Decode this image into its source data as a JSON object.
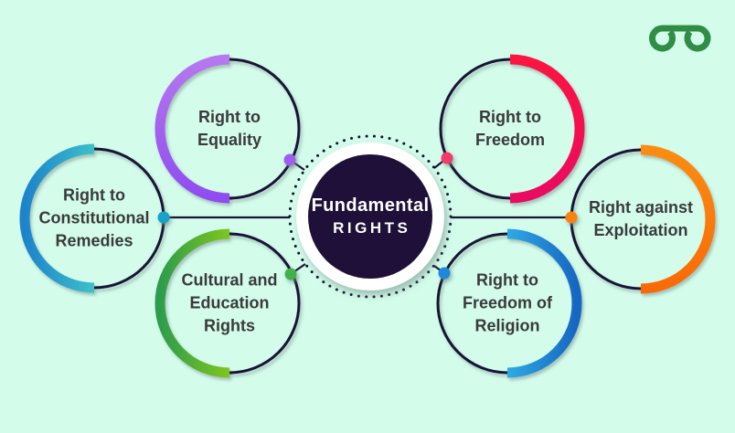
{
  "page": {
    "background": "#d3fceb"
  },
  "brand": {
    "logo": "geeksforgeeks-logo",
    "color": "#2f8d46"
  },
  "center": {
    "line1": "Fundamental",
    "line2": "RIGHTS",
    "fill": "#1e1038",
    "text_color": "#ffffff",
    "ring_color": "#ffffff",
    "dotted_ring_color": "#10102e"
  },
  "nodes": [
    {
      "id": "right-to-equality",
      "lines": [
        "Right to",
        "Equality"
      ],
      "arc_side": "left",
      "accent_from": "#b678ee",
      "accent_to": "#8f4cf0",
      "dot_color": "#9d5ef0"
    },
    {
      "id": "right-to-freedom",
      "lines": [
        "Right to",
        "Freedom"
      ],
      "arc_side": "right",
      "accent_from": "#fb1540",
      "accent_to": "#e90b62",
      "dot_color": "#f23a6b"
    },
    {
      "id": "right-to-constitutional-remedies",
      "lines": [
        "Right to",
        "Constitutional",
        "Remedies"
      ],
      "arc_side": "left",
      "accent_from": "#1d83cb",
      "accent_to": "#3cc0ca",
      "dot_color": "#16a3c6"
    },
    {
      "id": "right-against-exploitation",
      "lines": [
        "Right against",
        "Exploitation"
      ],
      "arc_side": "right",
      "accent_from": "#fb8c12",
      "accent_to": "#f96a07",
      "dot_color": "#f9820f"
    },
    {
      "id": "cultural-and-education-rights",
      "lines": [
        "Cultural and",
        "Education",
        "Rights"
      ],
      "arc_side": "left",
      "accent_from": "#2d9c4c",
      "accent_to": "#7fc61e",
      "dot_color": "#43b14b"
    },
    {
      "id": "right-to-freedom-of-religion",
      "lines": [
        "Right to",
        "Freedom of",
        "Religion"
      ],
      "arc_side": "right",
      "accent_from": "#2fa9e4",
      "accent_to": "#1766c2",
      "dot_color": "#2088d8"
    }
  ],
  "styles": {
    "outline_color": "#191436",
    "label_color": "#3a3a3a",
    "connector_color": "#191436"
  }
}
